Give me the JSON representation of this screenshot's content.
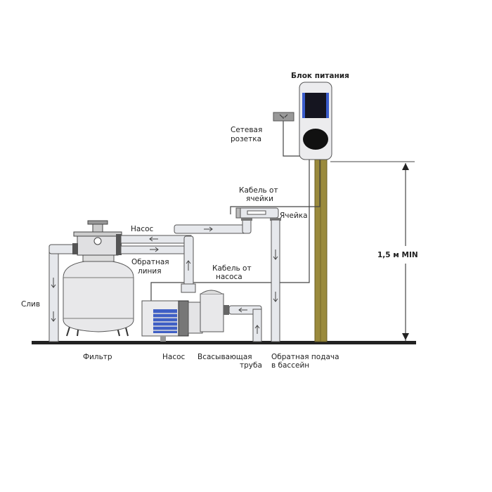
{
  "labels": {
    "power_unit": "Блок питания",
    "socket_line1": "Сетевая",
    "socket_line2": "розетка",
    "cell_cable_line1": "Кабель от",
    "cell_cable_line2": "ячейки",
    "cell": "Ячейка",
    "pump_top": "Насос",
    "return_line1": "Обратная",
    "return_line2": "линия",
    "pump_cable_line1": "Кабель от",
    "pump_cable_line2": "насоса",
    "drain": "Слив",
    "filter": "Фильтр",
    "pump_bottom": "Насос",
    "suction_line1": "Всасывающая",
    "suction_line2": "труба",
    "pool_return_line1": "Обратная подача",
    "pool_return_line2": "в бассейн",
    "height": "1,5 м MIN"
  },
  "colors": {
    "pole": "#9a8a3c",
    "ground": "#222222",
    "screen_blue": "#3a5ccc"
  }
}
